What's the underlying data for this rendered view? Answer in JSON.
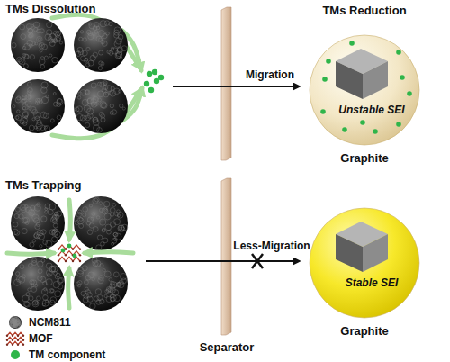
{
  "diagram": {
    "nodes": [
      {
        "text": [
          "Unstable SEI",
          "Graphite"
        ]
      },
      {
        "text": [
          "Stable SEI",
          "Graphite"
        ]
      }
    ],
    "labels": [
      "TMs Dissolution",
      "Migration",
      "TMs Reduction",
      "TMs Trapping",
      "Less-Migration",
      "Separator"
    ],
    "legend": [
      {
        "text": "NCM811"
      },
      {
        "text": "MOF"
      },
      {
        "text": "TM component",
        "color": "#2fb54a"
      }
    ]
  }
}
